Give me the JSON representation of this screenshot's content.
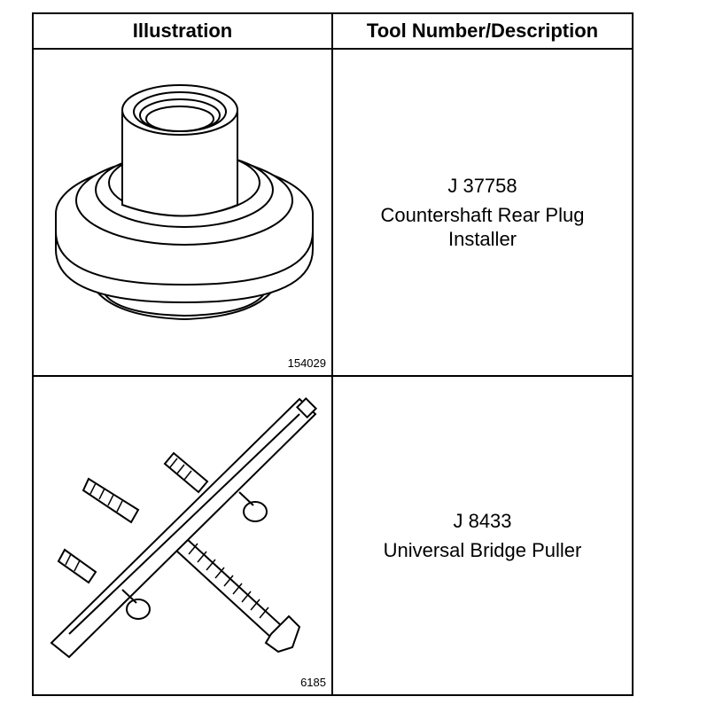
{
  "header": {
    "illustration": "Illustration",
    "tool": "Tool Number/Description"
  },
  "rows": [
    {
      "figure_id": "154029",
      "tool_number": "J 37758",
      "description_lines": [
        "Countershaft Rear Plug",
        "Installer"
      ]
    },
    {
      "figure_id": "6185",
      "tool_number": "J 8433",
      "description_lines": [
        "Universal Bridge Puller"
      ]
    }
  ]
}
